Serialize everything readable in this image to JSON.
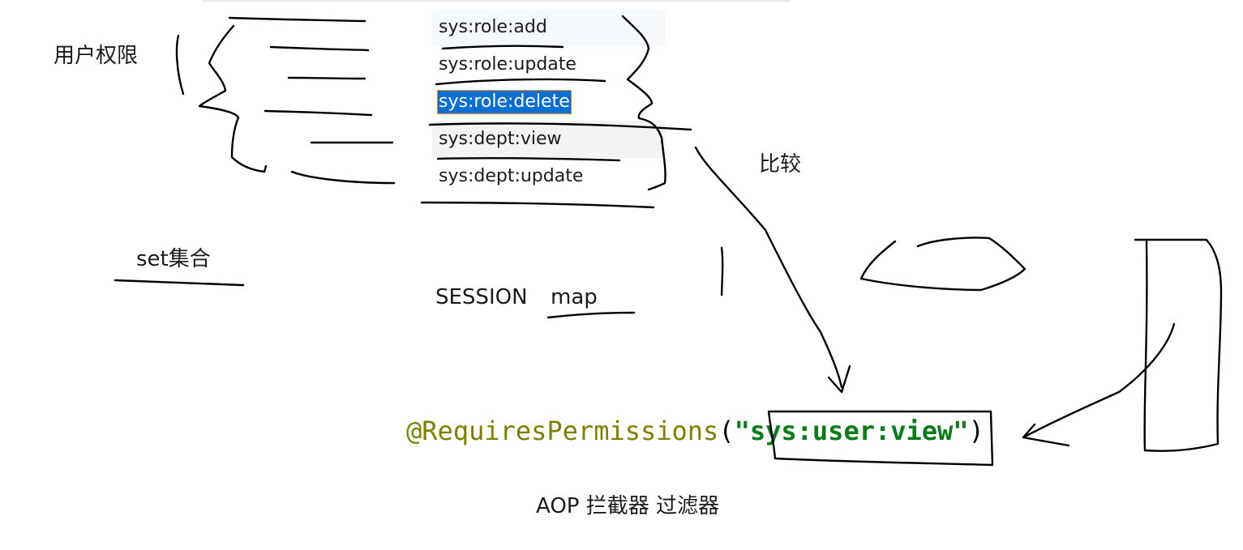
{
  "labels": {
    "user_permissions": "用户权限",
    "set_collection": "set集合",
    "session_map_session": "SESSION",
    "session_map_map": "map",
    "compare": "比较",
    "aop_line": "AOP  拦截器 过滤器"
  },
  "permission_list": [
    {
      "text": "sys:role:add",
      "selected": false
    },
    {
      "text": "sys:role:update",
      "selected": false
    },
    {
      "text": "sys:role:delete",
      "selected": true
    },
    {
      "text": "sys:dept:view",
      "selected": false
    },
    {
      "text": "sys:dept:update",
      "selected": false
    }
  ],
  "code": {
    "annotation": "@RequiresPermissions",
    "open": "(",
    "quote_open": "\"",
    "value": "sys:user:view",
    "quote_close": "\"",
    "close": ")"
  },
  "colors": {
    "annotation": "#808000",
    "string": "#067d17",
    "selection": "#0a6fd1",
    "ink": "#000000"
  }
}
